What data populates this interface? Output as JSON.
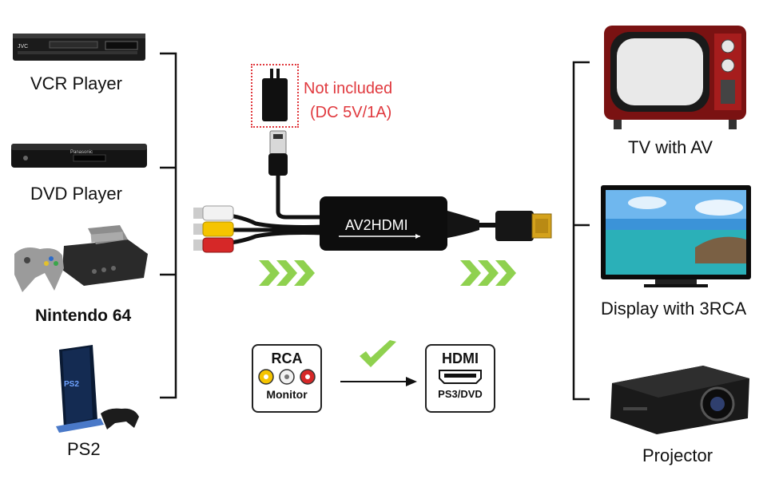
{
  "sources": [
    {
      "label": "VCR Player",
      "device_text": "JVC"
    },
    {
      "label": "DVD Player",
      "device_text": "Panasonic"
    },
    {
      "label": "Nintendo 64",
      "device_text": ""
    },
    {
      "label": "PS2",
      "device_text": ""
    }
  ],
  "outputs": [
    {
      "label": "TV with AV"
    },
    {
      "label": "Display with 3RCA"
    },
    {
      "label": "Projector"
    }
  ],
  "power": {
    "line1": "Not included",
    "line2": "(DC 5V/1A)",
    "color": "#e0393e"
  },
  "converter": {
    "label": "AV2HDMI"
  },
  "rca_box": {
    "title": "RCA",
    "subtitle": "Monitor"
  },
  "hdmi_box": {
    "title": "HDMI",
    "subtitle": "PS3/DVD"
  },
  "colors": {
    "chevron": "#8fd14f",
    "check": "#8fd14f",
    "bracket": "#111111",
    "rca_yellow": "#f5c400",
    "rca_red": "#d62828",
    "rca_white": "#f2f2f2"
  }
}
